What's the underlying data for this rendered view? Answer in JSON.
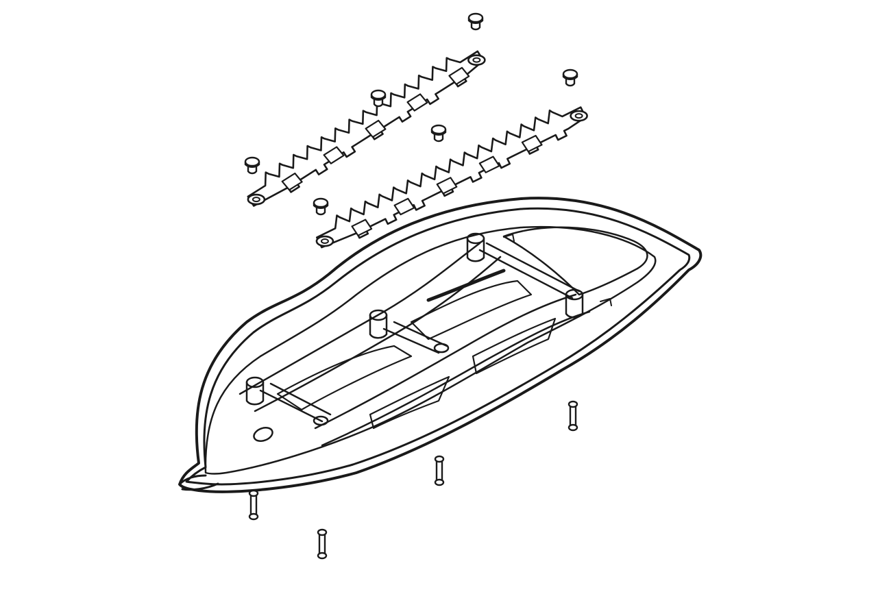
{
  "diagram": {
    "kind": "exploded-view line drawing",
    "parts": [
      {
        "id": "shell",
        "name": "saddle-base-shell"
      },
      {
        "id": "rail_left",
        "name": "toothed-rail-left"
      },
      {
        "id": "rail_right",
        "name": "toothed-rail-right"
      },
      {
        "id": "plug",
        "name": "push-plug",
        "count": 6
      },
      {
        "id": "screw",
        "name": "screw",
        "count": 4
      }
    ],
    "colors": {
      "line": "#1a1a1a",
      "fill": "#ffffff",
      "background": "#ffffff"
    }
  }
}
